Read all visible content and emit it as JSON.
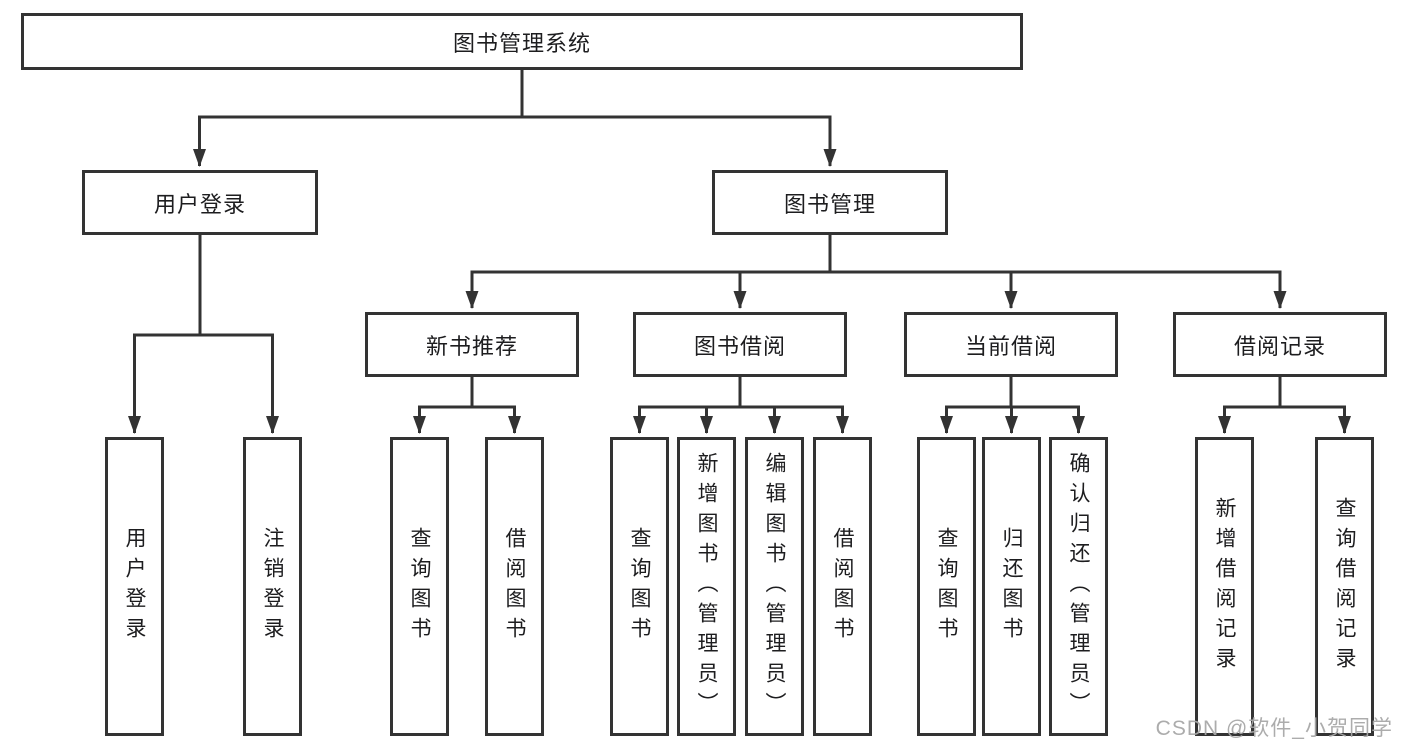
{
  "diagram": {
    "root": {
      "label": "图书管理系统"
    },
    "branches": [
      {
        "label": "用户登录",
        "children": [
          {
            "label": "用户登录"
          },
          {
            "label": "注销登录"
          }
        ]
      },
      {
        "label": "图书管理",
        "children": [
          {
            "label": "新书推荐",
            "children": [
              {
                "label": "查询图书"
              },
              {
                "label": "借阅图书"
              }
            ]
          },
          {
            "label": "图书借阅",
            "children": [
              {
                "label": "查询图书"
              },
              {
                "label": "新增图书（管理员）"
              },
              {
                "label": "编辑图书（管理员）"
              },
              {
                "label": "借阅图书"
              }
            ]
          },
          {
            "label": "当前借阅",
            "children": [
              {
                "label": "查询图书"
              },
              {
                "label": "归还图书"
              },
              {
                "label": "确认归还（管理员）"
              }
            ]
          },
          {
            "label": "借阅记录",
            "children": [
              {
                "label": "新增借阅记录"
              },
              {
                "label": "查询借阅记录"
              }
            ]
          }
        ]
      }
    ]
  },
  "watermark": "CSDN @软件_小贺同学",
  "colors": {
    "line": "#333333",
    "text": "#1d1d1f",
    "background": "#ffffff",
    "watermark": "#a8a8a8"
  }
}
